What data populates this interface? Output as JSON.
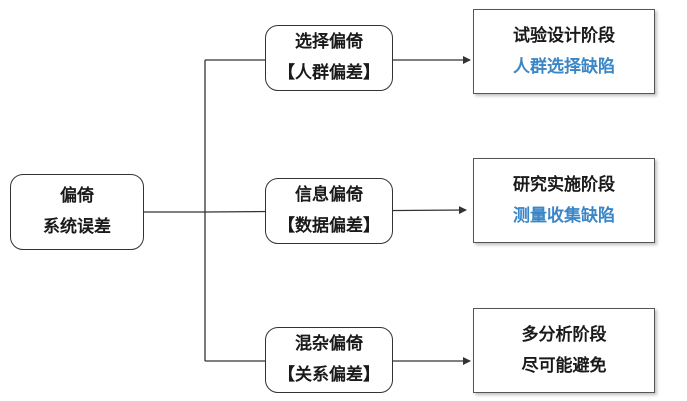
{
  "root": {
    "line1": "偏倚",
    "line2": "系统误差"
  },
  "branches": [
    {
      "bias": {
        "line1": "选择偏倚",
        "line2": "【人群偏差】"
      },
      "stage": {
        "line1": "试验设计阶段",
        "line2": "人群选择缺陷",
        "line2_color": "#3a86c6"
      }
    },
    {
      "bias": {
        "line1": "信息偏倚",
        "line2": "【数据偏差】"
      },
      "stage": {
        "line1": "研究实施阶段",
        "line2": "测量收集缺陷",
        "line2_color": "#3a86c6"
      }
    },
    {
      "bias": {
        "line1": "混杂偏倚",
        "line2": "【关系偏差】"
      },
      "stage": {
        "line1": "多分析阶段",
        "line2": "尽可能避免",
        "line2_color": "#1a1a1a"
      }
    }
  ],
  "colors": {
    "line": "#333333",
    "accent": "#3a86c6",
    "text": "#1a1a1a"
  }
}
